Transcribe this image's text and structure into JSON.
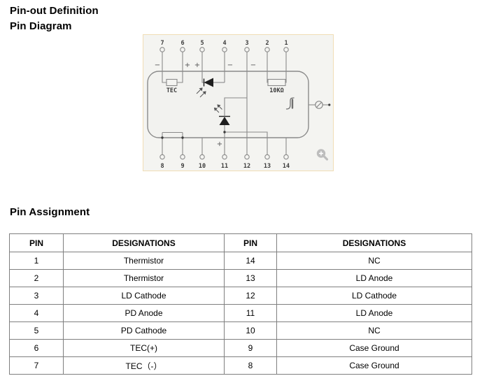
{
  "page": {
    "title_line1": "Pin-out Definition",
    "title_line2": "Pin Diagram",
    "section_title": "Pin Assignment"
  },
  "diagram": {
    "top_pins": [
      "7",
      "6",
      "5",
      "4",
      "3",
      "2",
      "1"
    ],
    "bottom_pins": [
      "8",
      "9",
      "10",
      "11",
      "12",
      "13",
      "14"
    ],
    "labels": {
      "tec": "TEC",
      "resistor": "10KΩ",
      "pin7_sign": "−",
      "pin6_sign": "+",
      "pin5_sign": "+",
      "pin4_sign": "−",
      "pin3_sign": "−",
      "pin11_sign": "+"
    },
    "icons": {
      "photodiode_icon": "left-triangle-diode-with-light-arrows",
      "laser_diode_icon": "up-triangle-diode-with-light-arrows",
      "tec_icon": "rectangle-component",
      "thermistor_icon": "rectangle-resistor",
      "waveform_icon": "pulse-curve",
      "fiber_output_icon": "circle-with-slash-and-arrow",
      "zoom_icon": "magnifier-plus"
    },
    "colors": {
      "box_border": "#f0ddb5",
      "box_bg": "#f4f4f1",
      "line": "#8a8a8a",
      "component_fill": "#1e1e1e",
      "zoom_icon_gray": "#bdbdbd"
    }
  },
  "table": {
    "headers": [
      "PIN",
      "DESIGNATIONS",
      "PIN",
      "DESIGNATIONS"
    ],
    "border_color": "#7f7f7f",
    "rows": [
      {
        "pin_left": "1",
        "designation_left": "Thermistor",
        "pin_right": "14",
        "designation_right": "NC"
      },
      {
        "pin_left": "2",
        "designation_left": "Thermistor",
        "pin_right": "13",
        "designation_right": "LD Anode"
      },
      {
        "pin_left": "3",
        "designation_left": "LD Cathode",
        "pin_right": "12",
        "designation_right": "LD Cathode"
      },
      {
        "pin_left": "4",
        "designation_left": "PD Anode",
        "pin_right": "11",
        "designation_right": "LD Anode"
      },
      {
        "pin_left": "5",
        "designation_left": "PD Cathode",
        "pin_right": "10",
        "designation_right": "NC"
      },
      {
        "pin_left": "6",
        "designation_left": "TEC(+)",
        "pin_right": "9",
        "designation_right": "Case Ground"
      },
      {
        "pin_left": "7",
        "designation_left": "TEC（-）",
        "pin_right": "8",
        "designation_right": "Case Ground"
      }
    ]
  }
}
